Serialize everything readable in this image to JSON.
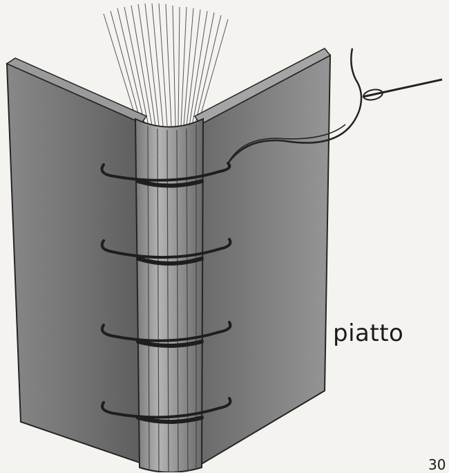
{
  "labels": {
    "board_label": "piatto",
    "page_number": "30"
  },
  "illustration": {
    "subject": "book-binding-sketch",
    "ink_color": "#2a2a2a",
    "paper_color": "#f4f3ef"
  }
}
